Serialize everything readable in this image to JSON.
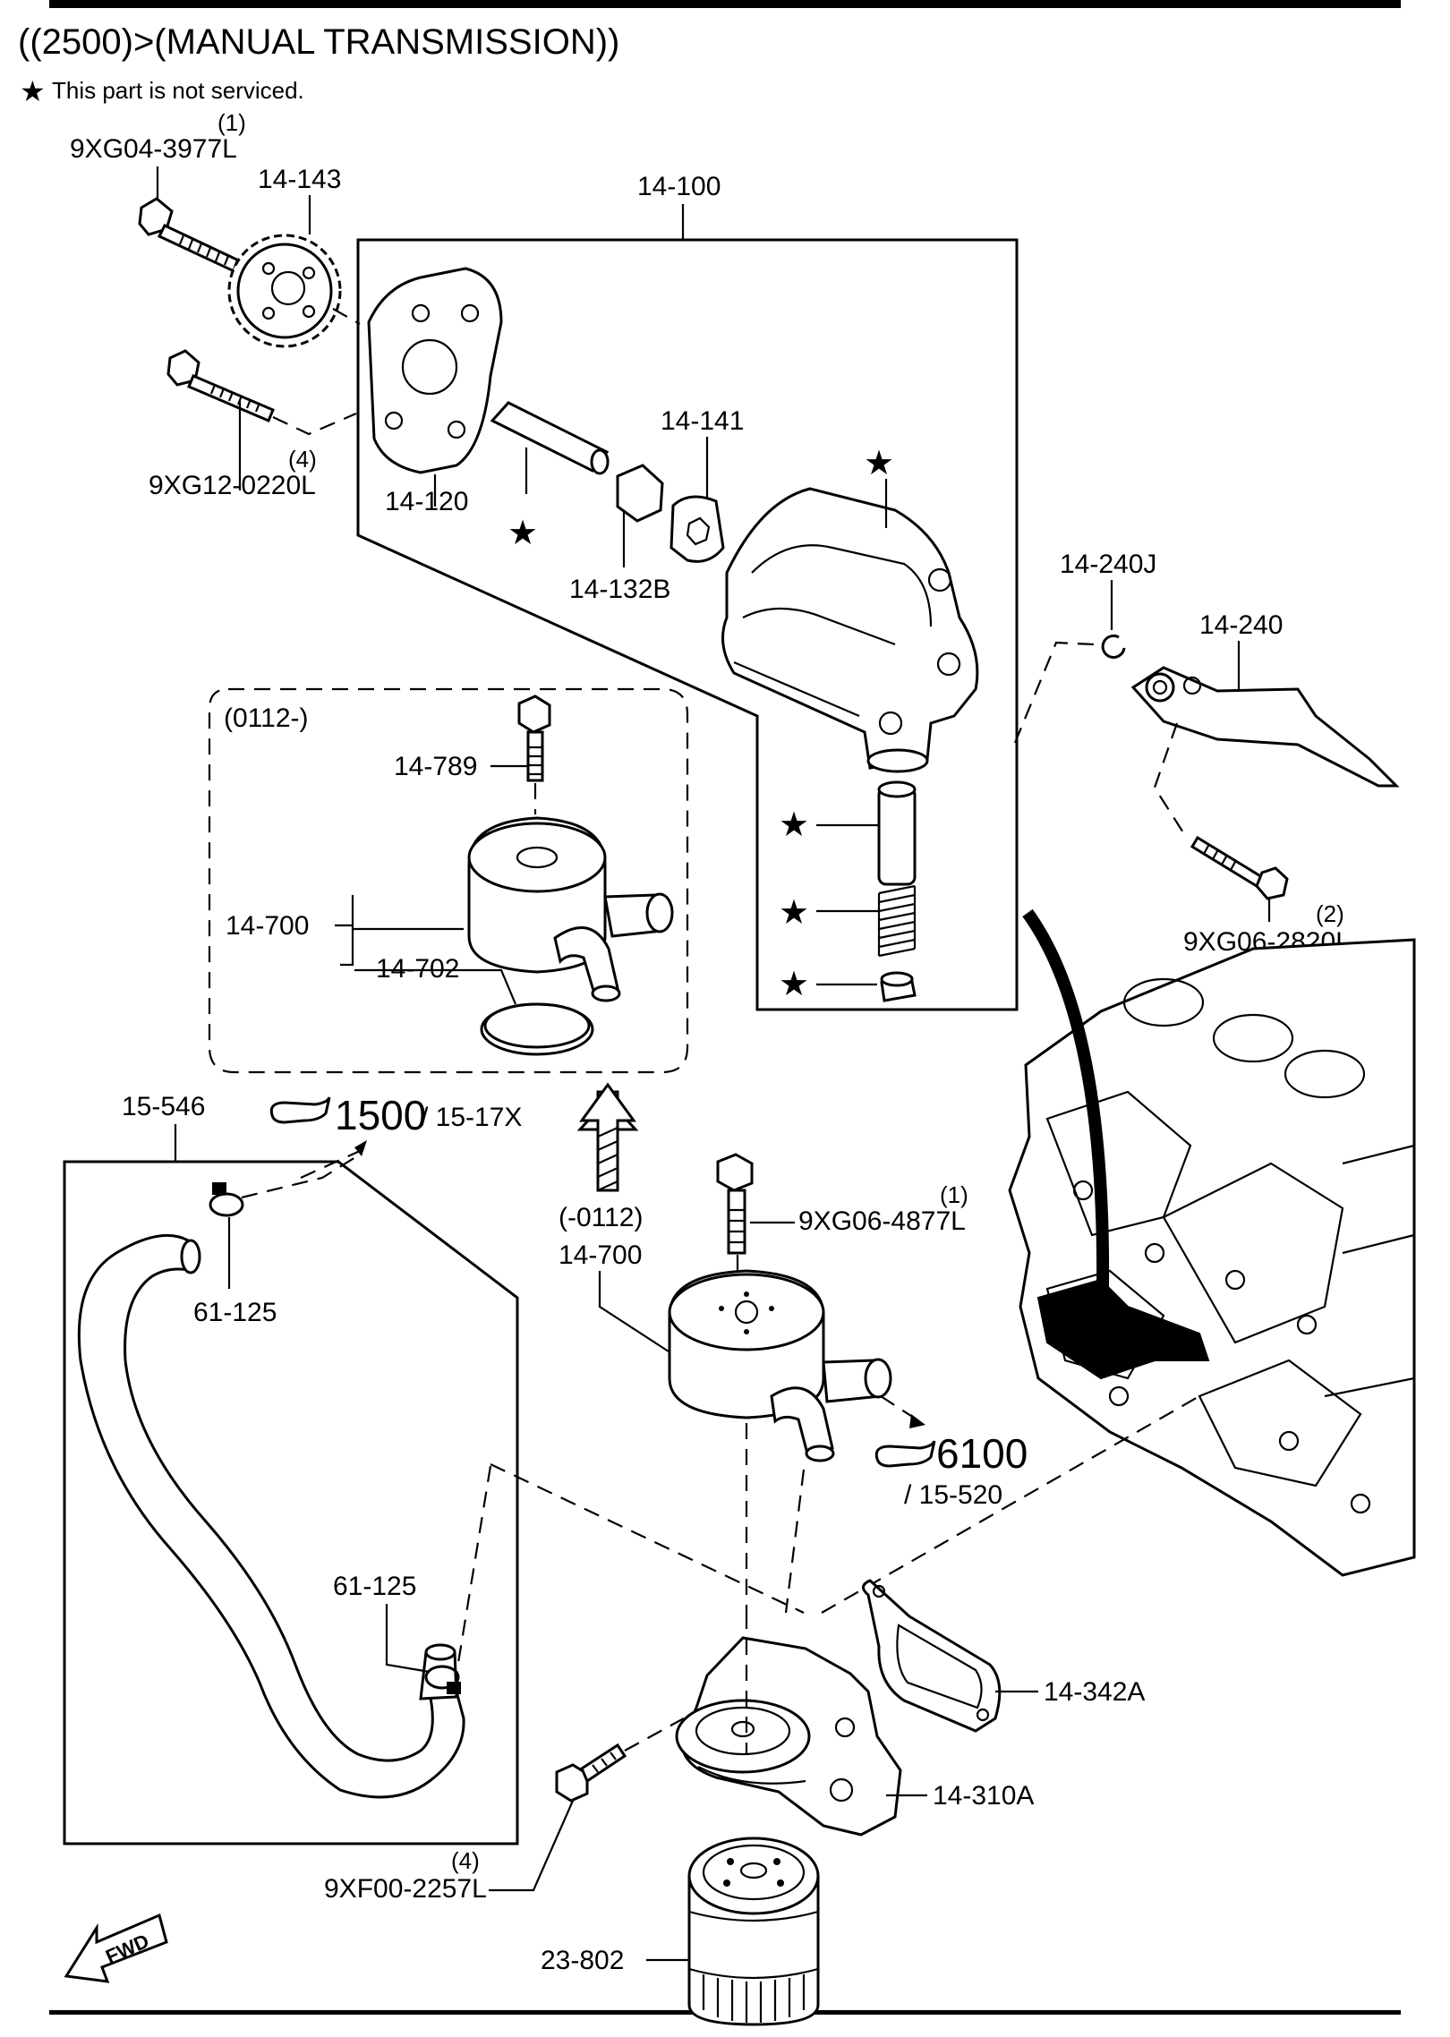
{
  "header": {
    "title": "((2500)>(MANUAL TRANSMISSION))",
    "note_star": "★",
    "note_text": "This part is not serviced."
  },
  "star_glyph": "★",
  "parts": {
    "bolt_top": {
      "qty": "(1)",
      "number": "9XG04-3977L"
    },
    "sprocket": "14-143",
    "pump_assy": "14-100",
    "bolt_pump": {
      "qty": "(4)",
      "number": "9XG12-0220L"
    },
    "pump_cover": "14-120",
    "shaft": "14-141",
    "rotor": "14-132B",
    "ring": "14-240J",
    "jet": "14-240",
    "bolt_jet": {
      "qty": "(2)",
      "number": "9XG06-2820L"
    },
    "box_range": "(0112-)",
    "cooler_bolt": "14-789",
    "cooler_new": "14-700",
    "cooler_gasket": "14-702",
    "hose": "15-546",
    "ref_1500": {
      "page": "1500",
      "ref": "/ 15-17X"
    },
    "cooler_range_old": "(-0112)",
    "cooler_old": "14-700",
    "bolt_cooler": {
      "qty": "(1)",
      "number": "9XG06-4877L"
    },
    "clamp_top": "61-125",
    "clamp_bottom": "61-125",
    "ref_6100": {
      "page": "6100",
      "ref": "/ 15-520"
    },
    "gasket": "14-342A",
    "filter_body": "14-310A",
    "bolt_filter": {
      "qty": "(4)",
      "number": "9XF00-2257L"
    },
    "oil_filter": "23-802"
  },
  "fwd_label": "FWD",
  "icons": [
    "star-icon",
    "pointing-hand-icon",
    "fwd-arrow-icon",
    "up-arrow-icon"
  ]
}
